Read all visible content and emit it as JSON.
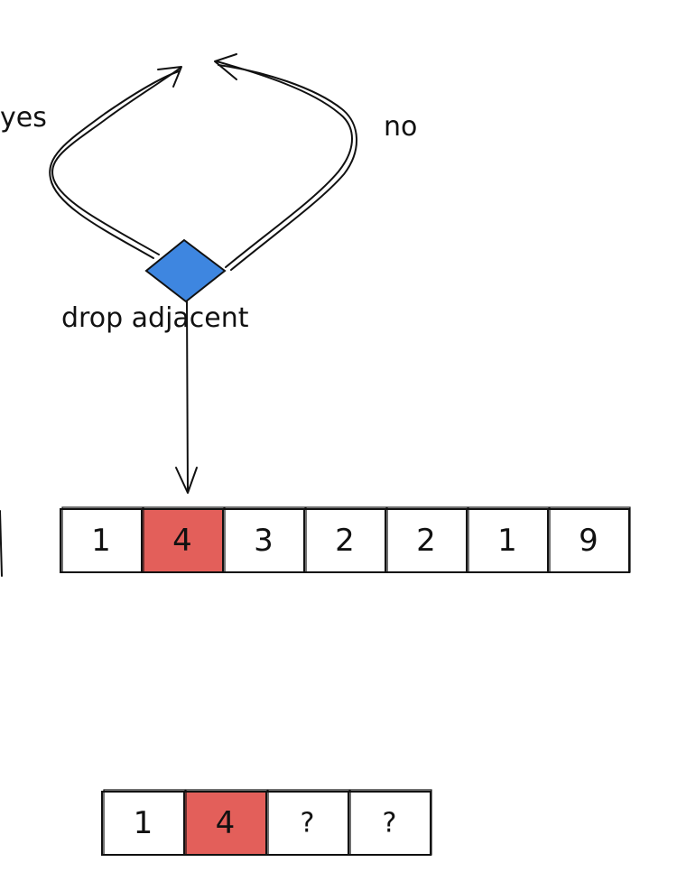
{
  "decision": {
    "label": "drop adjacent",
    "yes_label": "yes",
    "no_label": "no",
    "color": "#3e86e0"
  },
  "colors": {
    "highlight": "#e35f5a",
    "ink": "#111111",
    "background": "#ffffff"
  },
  "input_array": {
    "values": [
      "1",
      "4",
      "3",
      "2",
      "2",
      "1",
      "9"
    ],
    "highlight_index": 1
  },
  "output_array": {
    "values": [
      "1",
      "4",
      "?",
      "?"
    ],
    "highlight_index": 1
  }
}
